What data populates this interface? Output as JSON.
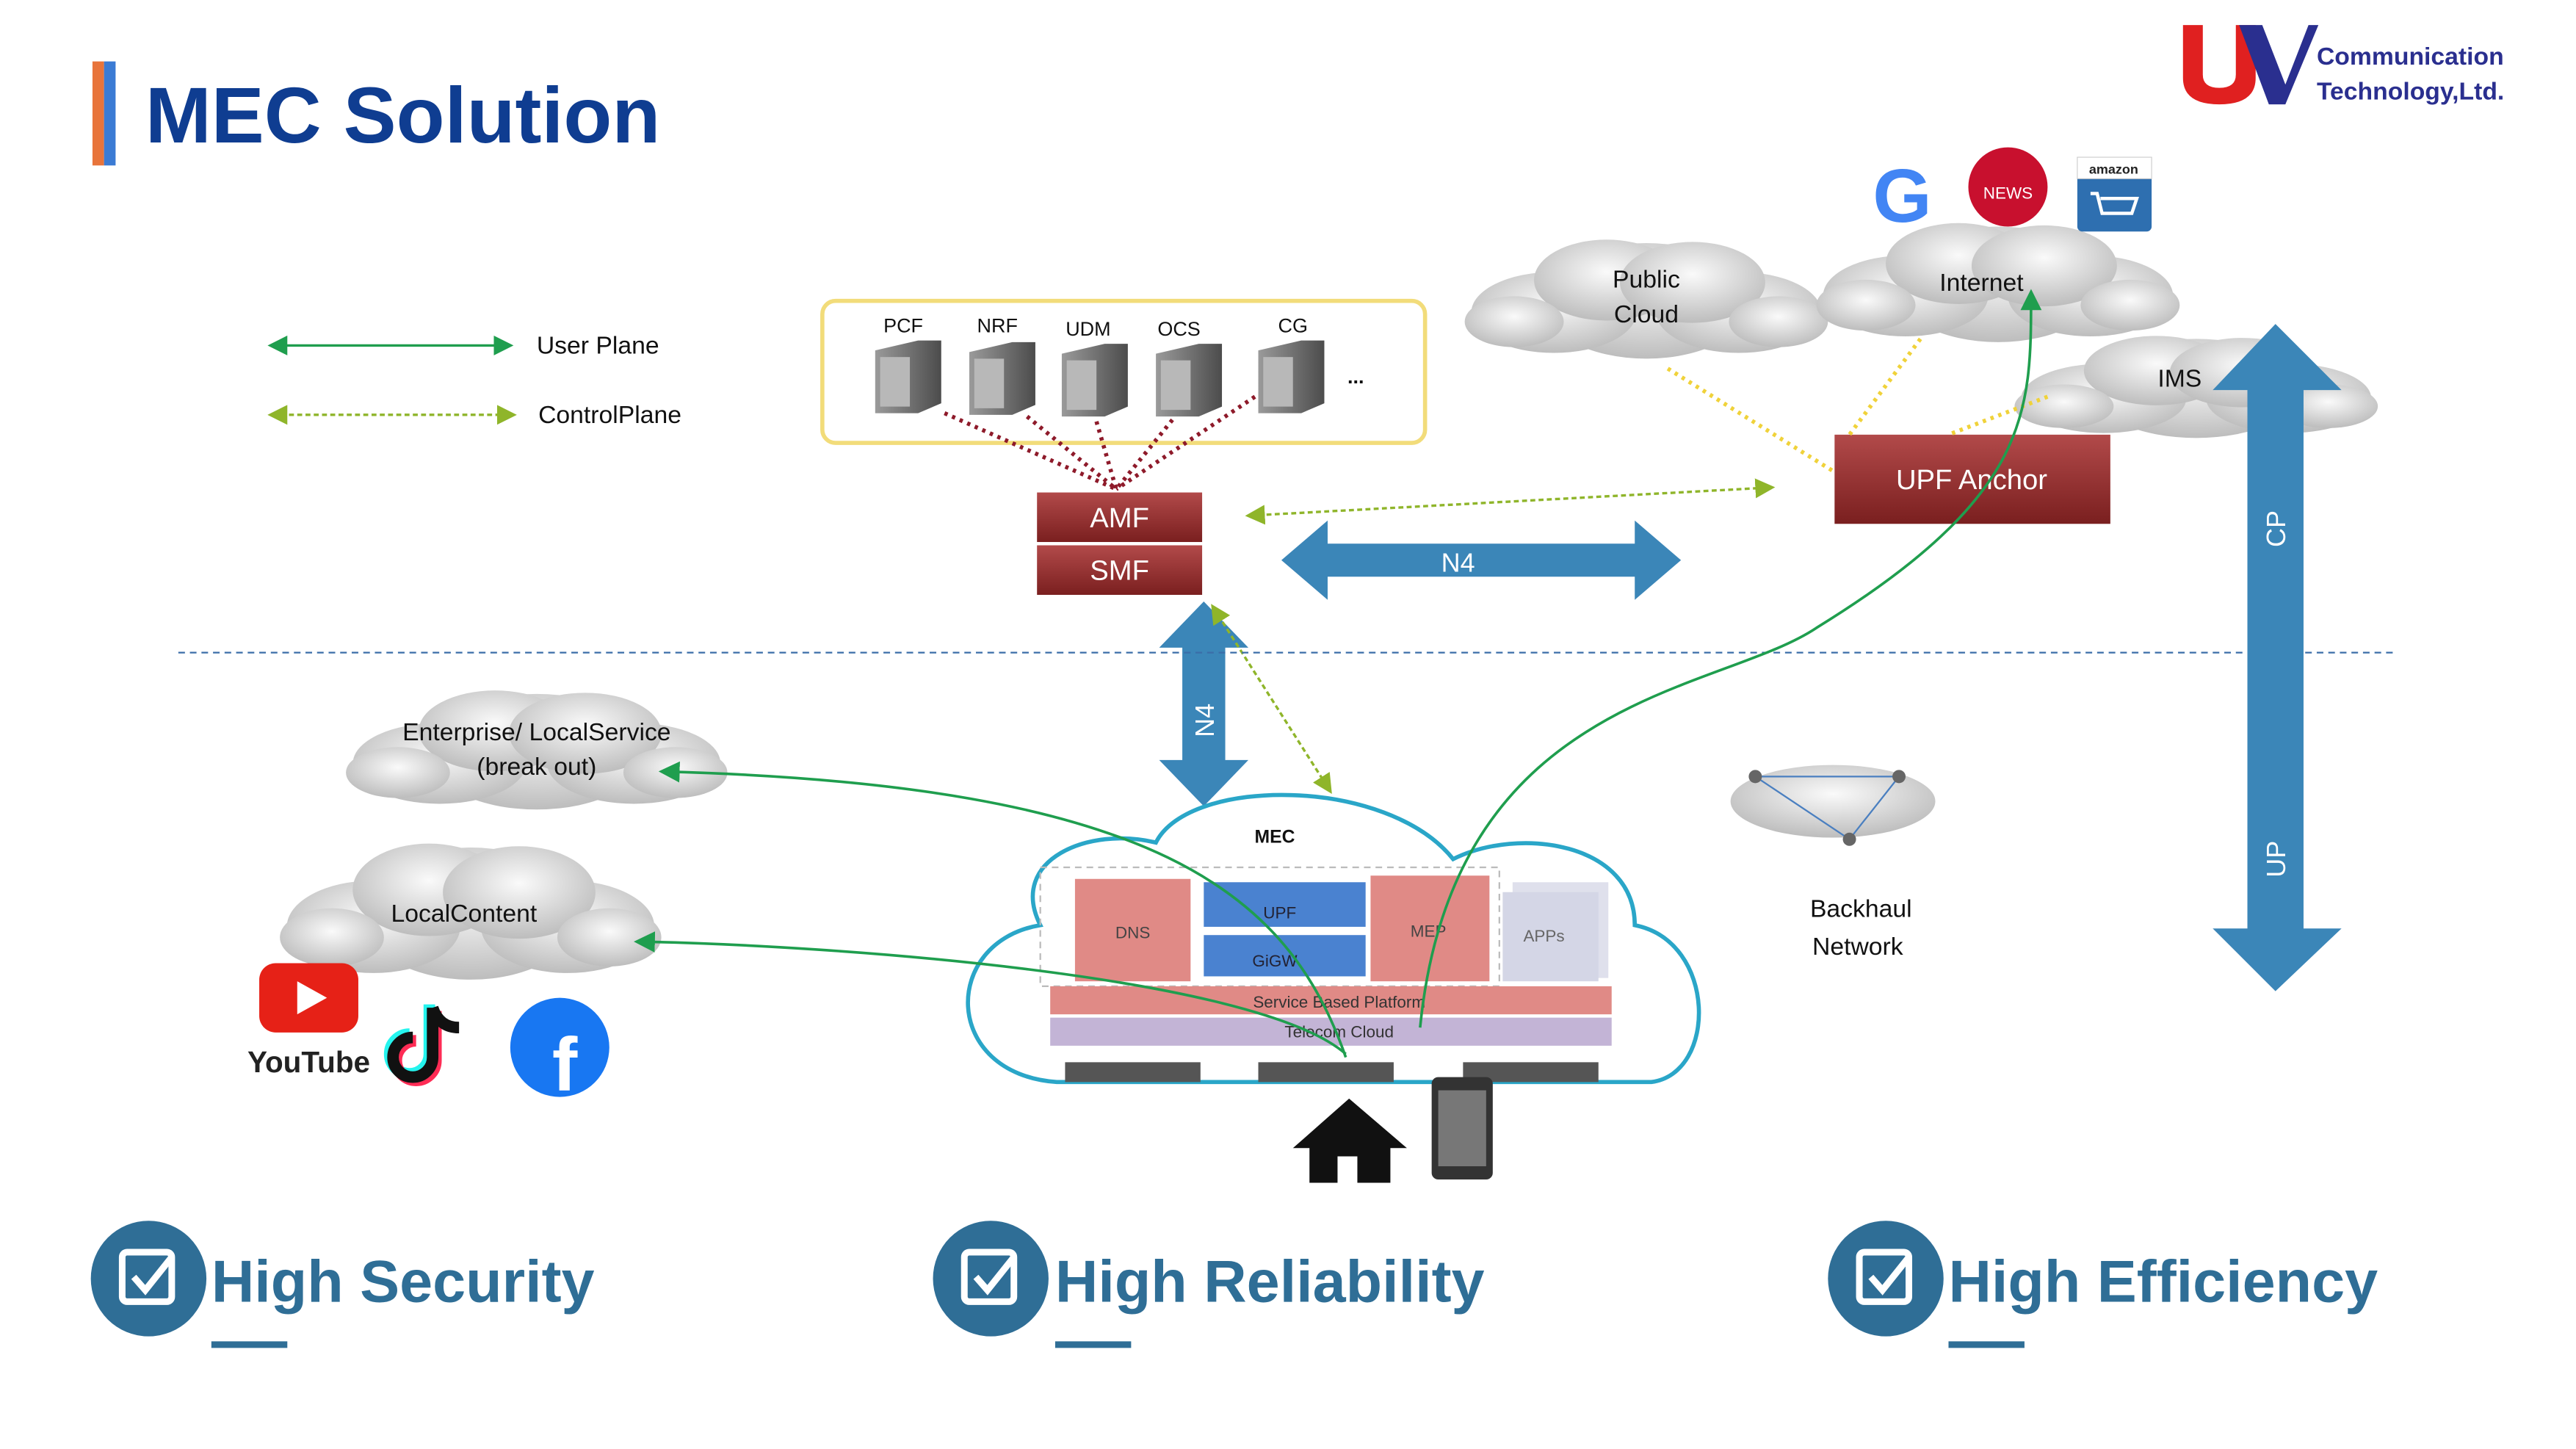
{
  "title": "MEC Solution",
  "logo": {
    "line1": "Communication",
    "line2": "Technology,Ltd.",
    "mark": "UV"
  },
  "legend": {
    "user_plane": "User Plane",
    "control_plane": "ControlPlane"
  },
  "core_functions": [
    "PCF",
    "NRF",
    "UDM",
    "OCS",
    "CG",
    "..."
  ],
  "amf": "AMF",
  "smf": "SMF",
  "n4_horizontal": "N4",
  "n4_vertical": "N4",
  "upf_anchor": "UPF Anchor",
  "clouds": {
    "public": [
      "Public",
      "Cloud"
    ],
    "internet": "Internet",
    "ims": "IMS",
    "enterprise": [
      "Enterprise/ LocalService",
      "(break out)"
    ],
    "local_content": "LocalContent",
    "backhaul": [
      "Backhaul",
      "Network"
    ]
  },
  "internet_services": {
    "google": "G",
    "bbc": "NEWS",
    "amazon": "amazon"
  },
  "cp_label": "CP",
  "up_label": "UP",
  "mec": {
    "title": "MEC",
    "dns": "DNS",
    "upf": "UPF",
    "gigw": "GiGW",
    "mep": "MEP",
    "apps": "APPs",
    "service_platform": "Service Based Platform",
    "telecom_cloud": "Telecom Cloud"
  },
  "apps": {
    "youtube": "YouTube"
  },
  "features": [
    "High Security",
    "High Reliability",
    "High Efficiency"
  ],
  "colors": {
    "title": "#0f3d91",
    "feature": "#2f6e96",
    "arrow_blue": "#3b86b8",
    "core_red": "#8e2a2a",
    "user_plane": "#1f9e4e",
    "control_plane": "#8fb52a"
  }
}
